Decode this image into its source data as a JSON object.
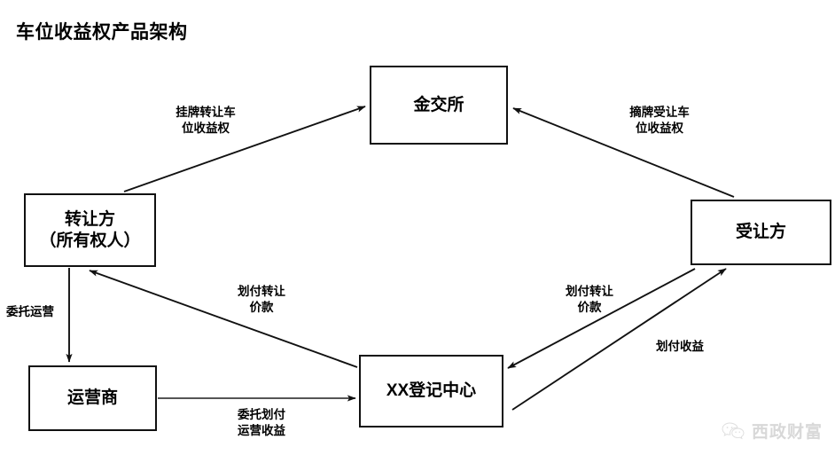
{
  "page": {
    "title": "车位收益权产品架构",
    "background_color": "#ffffff",
    "line_color": "#111111"
  },
  "nodes": [
    {
      "id": "exchange",
      "label": "金交所",
      "name": "node-jinjiaosuo"
    },
    {
      "id": "transferor",
      "label": "转让方\n（所有权人）",
      "name": "node-transferor"
    },
    {
      "id": "transferee",
      "label": "受让方",
      "name": "node-transferee"
    },
    {
      "id": "operator",
      "label": "运营商",
      "name": "node-operator"
    },
    {
      "id": "registry",
      "label": "XX登记中心",
      "name": "node-registry"
    }
  ],
  "edges": [
    {
      "id": "listing",
      "label": "挂牌转让车\n位收益权",
      "from": "transferor",
      "to": "exchange",
      "name": "edge-label-listing"
    },
    {
      "id": "delisting",
      "label": "摘牌受让车\n位收益权",
      "from": "transferee",
      "to": "exchange",
      "name": "edge-label-delisting"
    },
    {
      "id": "entrust-operation",
      "label": "委托运营",
      "from": "transferor",
      "to": "operator",
      "name": "edge-label-entrust-operation"
    },
    {
      "id": "pay-transfer-price-left",
      "label": "划付转让\n价款",
      "from": "registry",
      "to": "transferor",
      "name": "edge-label-pay-transfer-price-left"
    },
    {
      "id": "pay-transfer-price-right",
      "label": "划付转让\n价款",
      "from": "transferee",
      "to": "registry",
      "name": "edge-label-pay-transfer-price-right"
    },
    {
      "id": "pay-income",
      "label": "划付收益",
      "from": "registry",
      "to": "transferee",
      "name": "edge-label-pay-income"
    },
    {
      "id": "entrust-pay-operating-income",
      "label": "委托划付\n运营收益",
      "from": "operator",
      "to": "registry",
      "name": "edge-label-entrust-pay-operating-income"
    }
  ],
  "watermark": {
    "text": "西政财富",
    "icon": "wechat-icon",
    "color": "#b9b9b9"
  }
}
